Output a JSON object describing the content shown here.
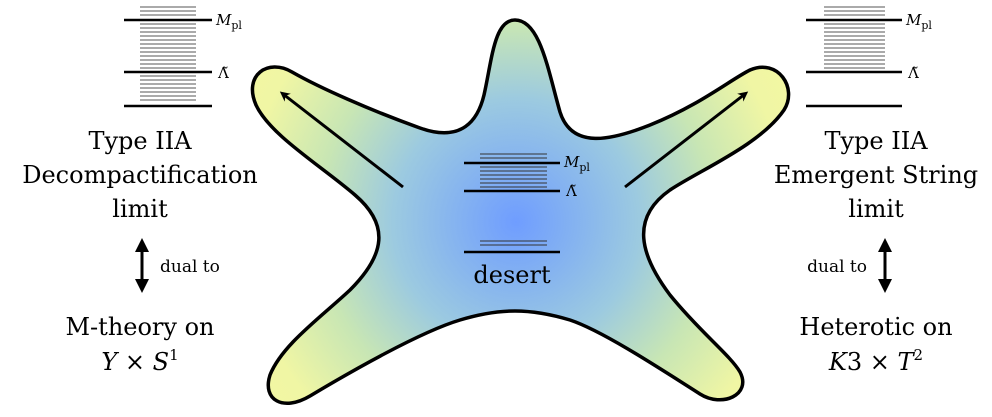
{
  "left": {
    "mpl_label": "M",
    "mpl_sub": "pl",
    "lambda_label": "Λ̃",
    "title_line1": "Type IIA",
    "title_line2": "Decompactification",
    "title_line3": "limit",
    "dual_label": "dual to",
    "dual_line1": "M-theory on",
    "dual_line2_a": "Y",
    "dual_line2_b": " × ",
    "dual_line2_c": "S",
    "dual_line2_sup": "1"
  },
  "center": {
    "mpl_label": "M",
    "mpl_sub": "pl",
    "lambda_label": "Λ̃",
    "desert_label": "desert"
  },
  "right": {
    "mpl_label": "M",
    "mpl_sub": "pl",
    "lambda_label": "Λ̃",
    "title_line1": "Type IIA",
    "title_line2": "Emergent String",
    "title_line3": "limit",
    "dual_label": "dual to",
    "dual_line1": "Heterotic on",
    "dual_line2_a": "K",
    "dual_line2_b": "3 × ",
    "dual_line2_c": "T",
    "dual_line2_sup": "2"
  },
  "colors": {
    "center_fill": "#6f9dff",
    "mid_fill": "#a8d6c0",
    "edge_fill": "#f6f8a0",
    "outline": "#000000"
  }
}
